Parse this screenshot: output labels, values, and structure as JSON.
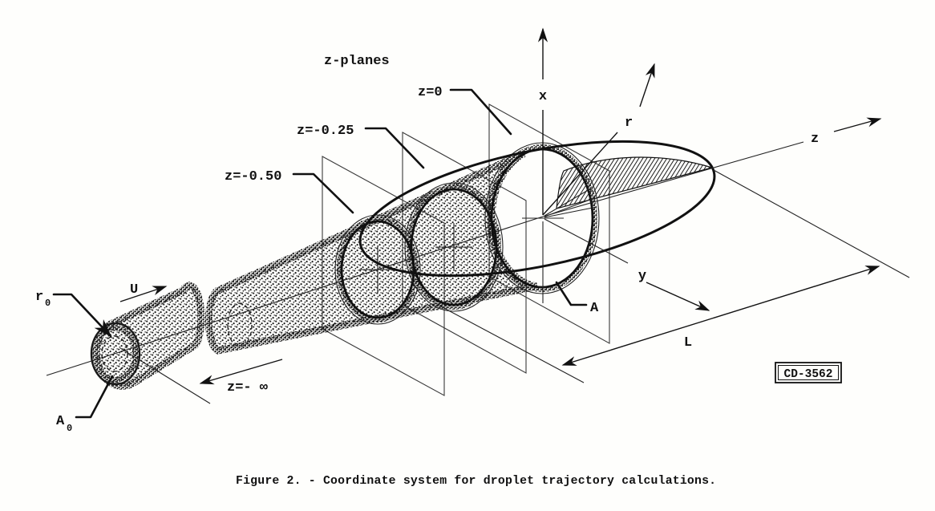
{
  "figure": {
    "caption": "Figure 2. - Coordinate system for droplet trajectory calculations.",
    "stamp": "CD-3562",
    "labels": {
      "z_planes_title": "z-planes",
      "plane_z0": "z=0",
      "plane_zm025": "z=-0.25",
      "plane_zm050": "z=-0.50",
      "z_minus_infinity": "z=- ∞",
      "x_axis": "x",
      "r_axis": "r",
      "z_axis": "z",
      "y_axis": "y",
      "length_L": "L",
      "area_A": "A",
      "velocity_U": "U",
      "r0_base": "r",
      "r0_sub": "0",
      "a0_base": "A",
      "a0_sub": "0"
    },
    "ink_color": "#111111",
    "paper_color": "#fefefc"
  }
}
